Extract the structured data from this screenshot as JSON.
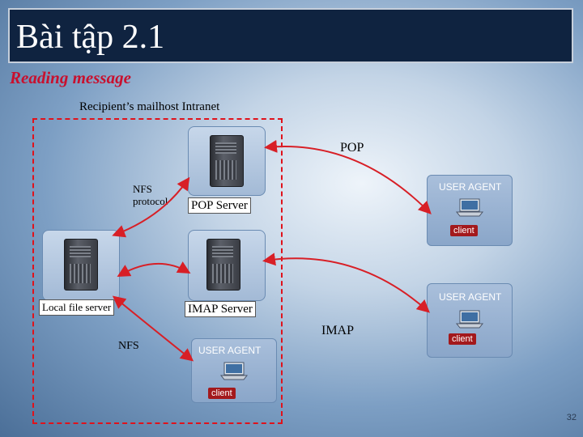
{
  "title": "Bài tập 2.1",
  "subtitle": "Reading message",
  "caption": "Recipient’s mailhost Intranet",
  "labels": {
    "pop": "POP",
    "imap": "IMAP",
    "nfs_protocol": "NFS\nprotocol",
    "nfs": "NFS"
  },
  "servers": {
    "pop_server": "POP Server",
    "imap_server": "IMAP Server",
    "local_file_server": "Local file server"
  },
  "user_agents": [
    {
      "label": "USER AGENT",
      "client": "client"
    },
    {
      "label": "USER AGENT",
      "client": "client"
    },
    {
      "label": "USER AGENT",
      "client": "client"
    }
  ],
  "page_number": "32",
  "colors": {
    "title_bg": "#0f2340",
    "subtitle": "#c8102e",
    "boundary": "#e0121b",
    "arrow": "#d81f26",
    "client_tag": "#a3191c"
  }
}
